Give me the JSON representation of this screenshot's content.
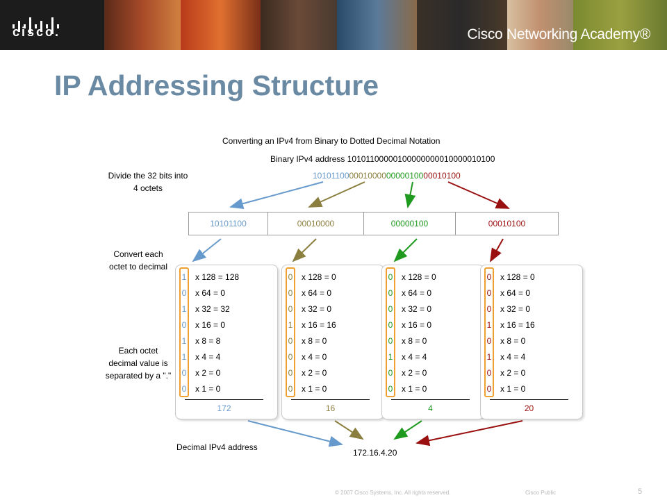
{
  "banner": {
    "logo_text": "cisco.",
    "academy_text": "Cisco Networking Academy®"
  },
  "title": "IP Addressing Structure",
  "diagram": {
    "heading": "Converting an IPv4 from Binary to Dotted Decimal Notation",
    "binary_label": "Binary IPv4 address",
    "binary_value": "10101100000100000000010000010100",
    "step_divide": [
      "Divide the 32 bits into",
      "4 octets"
    ],
    "step_convert": [
      "Convert each",
      "octet to decimal"
    ],
    "step_separate": [
      "Each octet",
      "decimal value is",
      "separated by a \".\""
    ],
    "step_result": "Decimal IPv4 address",
    "result_value": "172.16.4.20",
    "colors": {
      "octet1": "#6699cc",
      "octet2": "#8b7f3f",
      "octet3": "#1e9a1e",
      "octet4": "#9a1010",
      "highlight": "#f0a030"
    },
    "octets": [
      {
        "binary": "10101100",
        "bits": [
          "1",
          "0",
          "1",
          "0",
          "1",
          "1",
          "0",
          "0"
        ],
        "products": [
          "x 128 = 128",
          "x 64 = 0",
          "x 32 = 32",
          "x 16 = 0",
          "x 8 = 8",
          "x 4 = 4",
          "x 2 = 0",
          "x 1 = 0"
        ],
        "decimal": "172"
      },
      {
        "binary": "00010000",
        "bits": [
          "0",
          "0",
          "0",
          "1",
          "0",
          "0",
          "0",
          "0"
        ],
        "products": [
          "x 128 = 0",
          "x 64 = 0",
          "x 32 = 0",
          "x 16 = 16",
          "x 8 = 0",
          "x 4 = 0",
          "x 2 = 0",
          "x 1 = 0"
        ],
        "decimal": "16"
      },
      {
        "binary": "00000100",
        "bits": [
          "0",
          "0",
          "0",
          "0",
          "0",
          "1",
          "0",
          "0"
        ],
        "products": [
          "x 128 = 0",
          "x 64 = 0",
          "x 32 = 0",
          "x 16 = 0",
          "x 8 = 0",
          "x 4 = 4",
          "x 2 = 0",
          "x 1 = 0"
        ],
        "decimal": "4"
      },
      {
        "binary": "00010100",
        "bits": [
          "0",
          "0",
          "0",
          "1",
          "0",
          "1",
          "0",
          "0"
        ],
        "products": [
          "x 128 = 0",
          "x 64 = 0",
          "x 32 = 0",
          "x 16 = 16",
          "x 8 = 0",
          "x 4 = 4",
          "x 2 = 0",
          "x 1 = 0"
        ],
        "decimal": "20"
      }
    ]
  },
  "footer": {
    "copyright": "© 2007 Cisco Systems, Inc. All rights reserved.",
    "classification": "Cisco Public",
    "page_number": "5"
  }
}
